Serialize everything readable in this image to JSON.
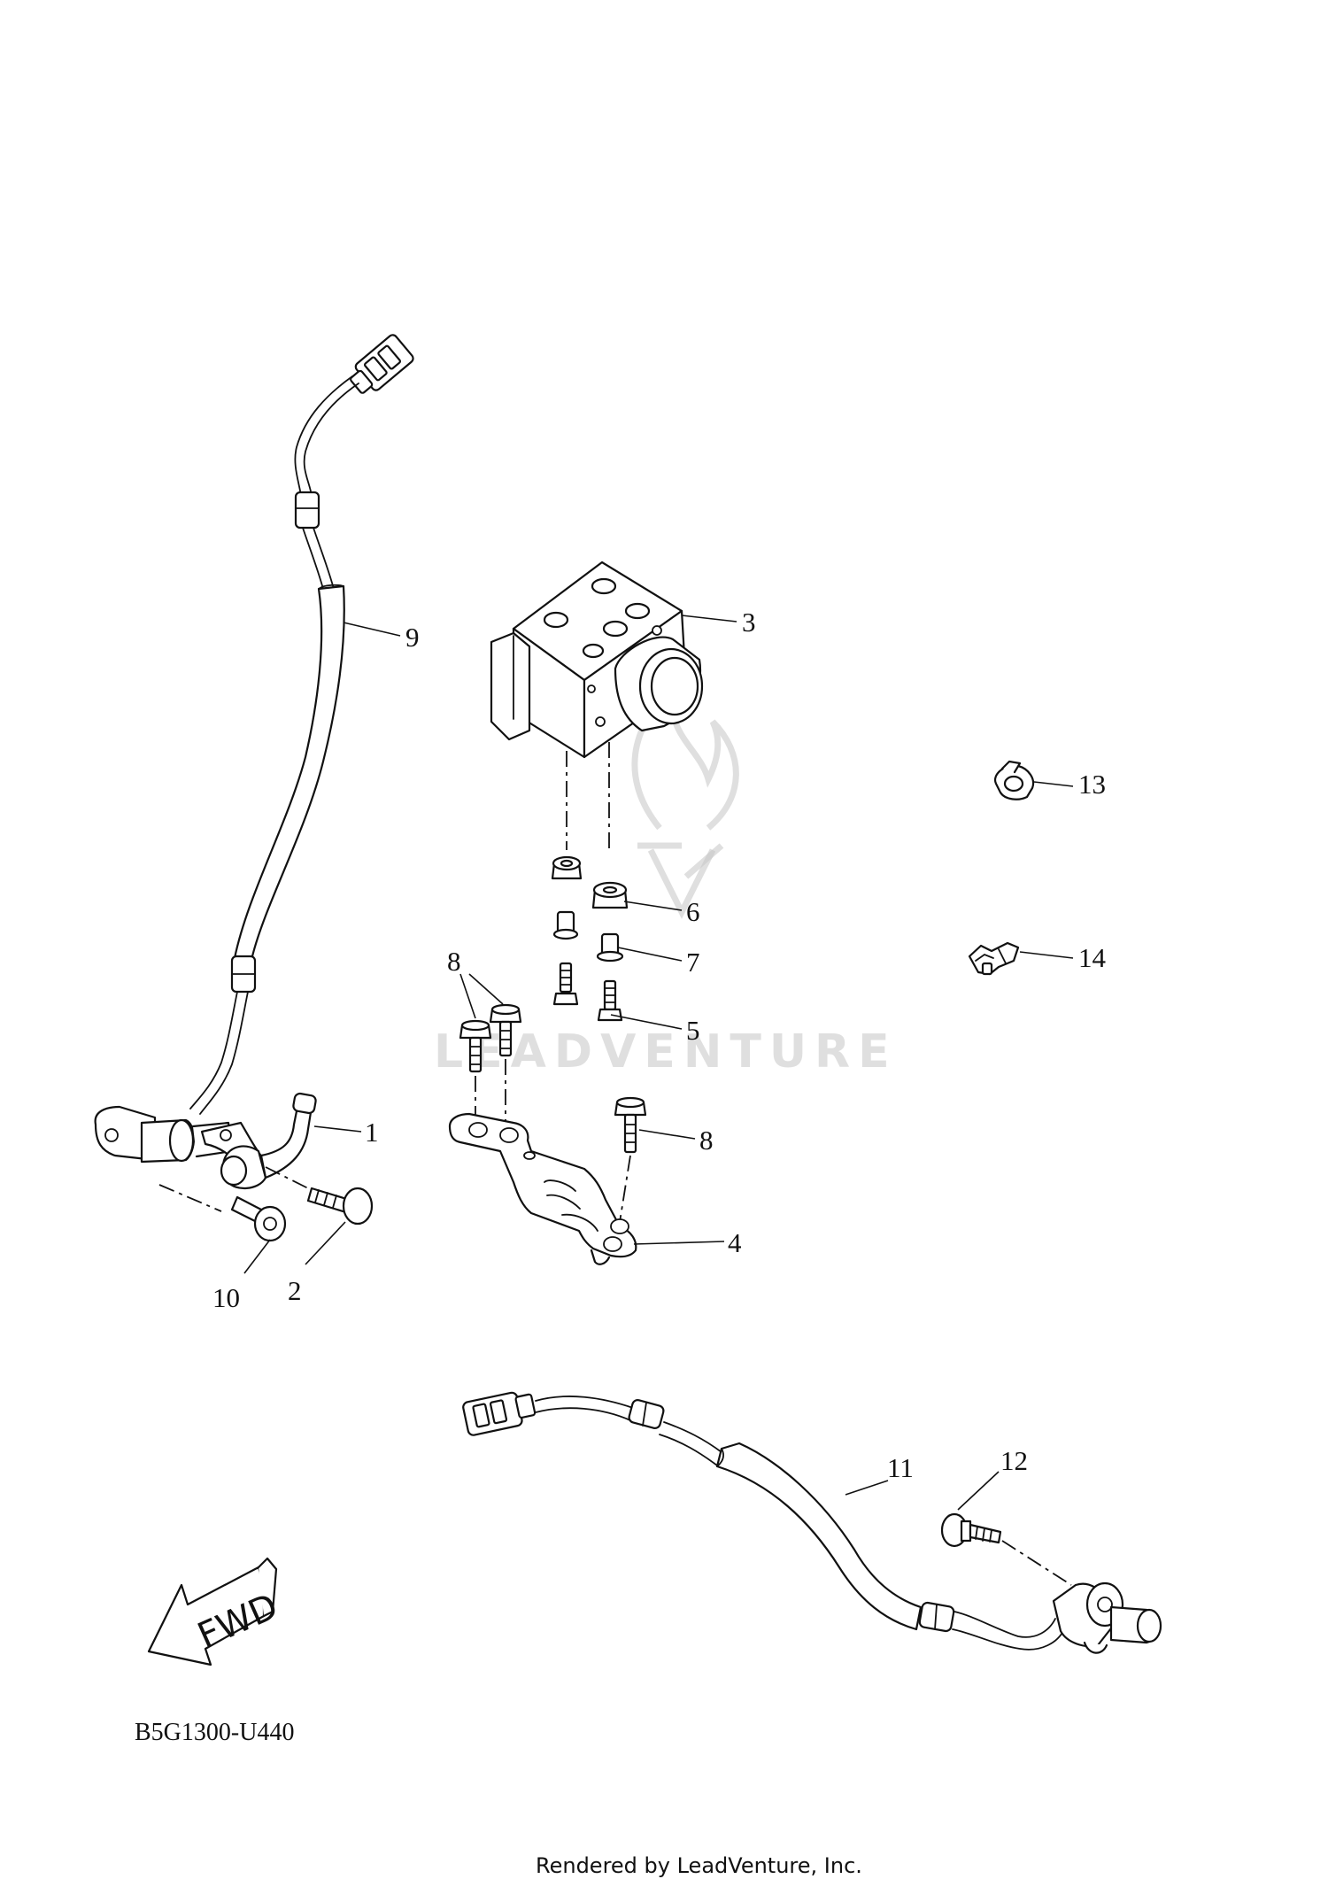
{
  "diagram": {
    "code": "B5G1300-U440",
    "footer": "Rendered by LeadVenture, Inc.",
    "watermark": "LEADVENTURE",
    "direction_label": "FWD",
    "callouts": [
      {
        "id": "1",
        "label": "1"
      },
      {
        "id": "2",
        "label": "2"
      },
      {
        "id": "3",
        "label": "3"
      },
      {
        "id": "4",
        "label": "4"
      },
      {
        "id": "5",
        "label": "5"
      },
      {
        "id": "6",
        "label": "6"
      },
      {
        "id": "7",
        "label": "7"
      },
      {
        "id": "8a",
        "label": "8"
      },
      {
        "id": "8b",
        "label": "8"
      },
      {
        "id": "9",
        "label": "9"
      },
      {
        "id": "10",
        "label": "10"
      },
      {
        "id": "11",
        "label": "11"
      },
      {
        "id": "12",
        "label": "12"
      },
      {
        "id": "13",
        "label": "13"
      },
      {
        "id": "14",
        "label": "14"
      }
    ]
  }
}
